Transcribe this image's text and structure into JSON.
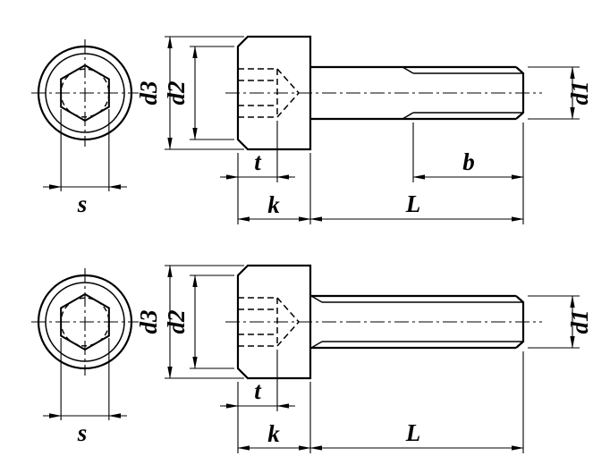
{
  "drawing": {
    "background": "#ffffff",
    "line_color": "#000000"
  },
  "top_screw": {
    "labels": {
      "d3": "d3",
      "d2": "d2",
      "d1": "d1",
      "t": "t",
      "k": "k",
      "b": "b",
      "L": "L",
      "s": "s"
    }
  },
  "bottom_screw": {
    "labels": {
      "d3": "d3",
      "d2": "d2",
      "d1": "d1",
      "t": "t",
      "k": "k",
      "L": "L",
      "s": "s"
    }
  }
}
